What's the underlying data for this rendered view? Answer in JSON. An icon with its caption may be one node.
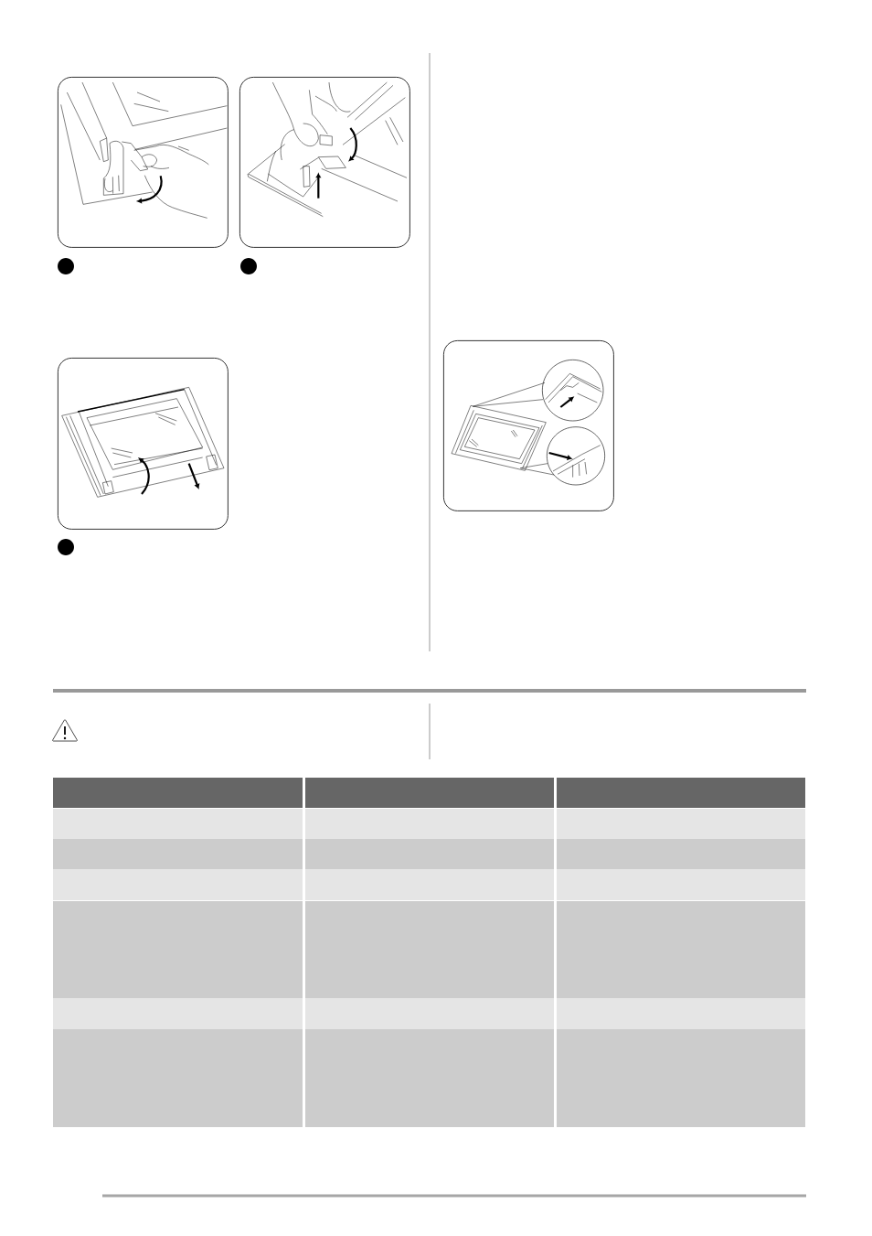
{
  "diagram": {
    "nodes": [
      {
        "text": [],
        "shape": "picture"
      },
      {
        "text": [],
        "shape": "picture"
      },
      {
        "text": [],
        "shape": "circle"
      },
      {
        "text": [],
        "shape": "circle"
      },
      {
        "text": [],
        "shape": "picture"
      },
      {
        "text": [],
        "shape": "circle"
      },
      {
        "text": [],
        "shape": "picture"
      }
    ]
  }
}
